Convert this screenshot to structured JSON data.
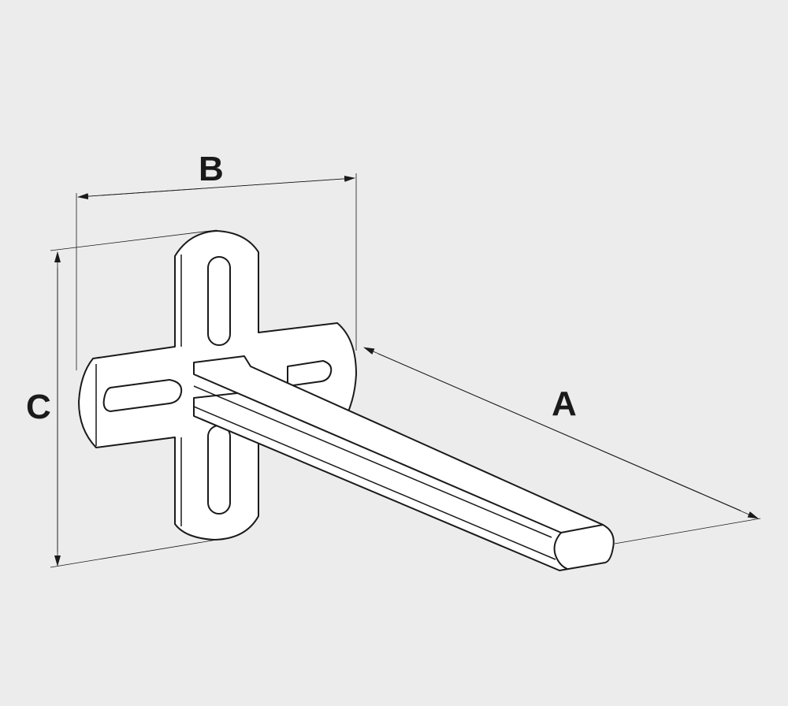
{
  "dimensions": {
    "a_label": "A",
    "b_label": "B",
    "c_label": "C"
  },
  "colors": {
    "background": "#ececec",
    "line": "#1a1a1a",
    "fill": "#ffffff"
  }
}
